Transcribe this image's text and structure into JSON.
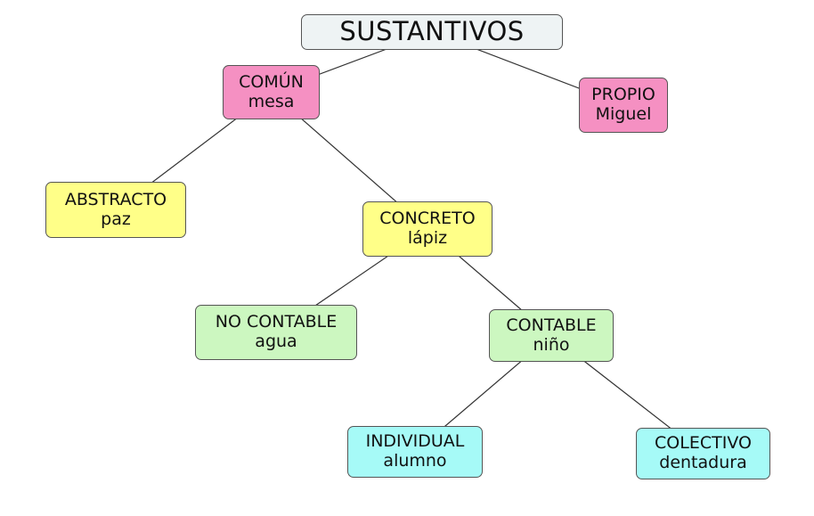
{
  "colors": {
    "root": "#eef3f4",
    "pink": "#f590c2",
    "yellow": "#ffff88",
    "green": "#ccf7c0",
    "cyan": "#a6faf7",
    "line": "#333333"
  },
  "nodes": {
    "root": {
      "title": "SUSTANTIVOS",
      "color": "root"
    },
    "comun": {
      "title": "COMÚN",
      "example": "mesa",
      "color": "pink"
    },
    "propio": {
      "title": "PROPIO",
      "example": "Miguel",
      "color": "pink"
    },
    "abstracto": {
      "title": "ABSTRACTO",
      "example": "paz",
      "color": "yellow"
    },
    "concreto": {
      "title": "CONCRETO",
      "example": "lápiz",
      "color": "yellow"
    },
    "nocontable": {
      "title": "NO CONTABLE",
      "example": "agua",
      "color": "green"
    },
    "contable": {
      "title": "CONTABLE",
      "example": "niño",
      "color": "green"
    },
    "individual": {
      "title": "INDIVIDUAL",
      "example": "alumno",
      "color": "cyan"
    },
    "colectivo": {
      "title": "COLECTIVO",
      "example": "dentadura",
      "color": "cyan"
    }
  },
  "edges": [
    [
      "root",
      "comun"
    ],
    [
      "root",
      "propio"
    ],
    [
      "comun",
      "abstracto"
    ],
    [
      "comun",
      "concreto"
    ],
    [
      "concreto",
      "nocontable"
    ],
    [
      "concreto",
      "contable"
    ],
    [
      "contable",
      "individual"
    ],
    [
      "contable",
      "colectivo"
    ]
  ]
}
